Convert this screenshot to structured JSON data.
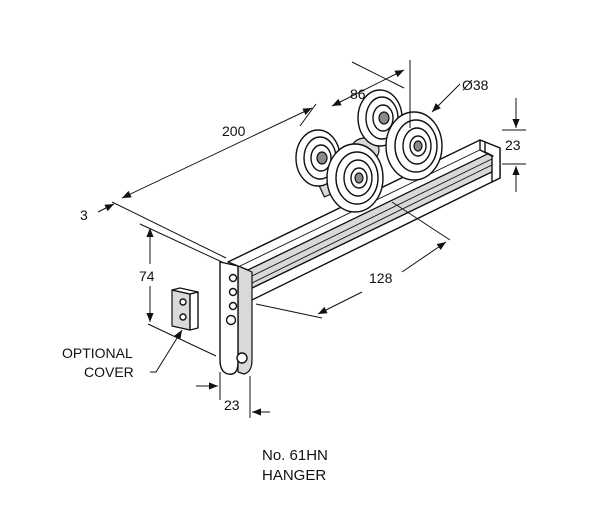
{
  "drawing": {
    "dimensions": {
      "overall_length": "200",
      "wheel_spacing": "86",
      "wheel_diameter": "Ø38",
      "track_height": "23",
      "offset": "3",
      "bracket_height": "74",
      "bracket_to_wheel": "128",
      "bracket_width": "23"
    },
    "labels": {
      "optional_cover_line1": "OPTIONAL",
      "optional_cover_line2": "COVER"
    },
    "caption": {
      "model": "No. 61HN",
      "name": "HANGER"
    }
  }
}
